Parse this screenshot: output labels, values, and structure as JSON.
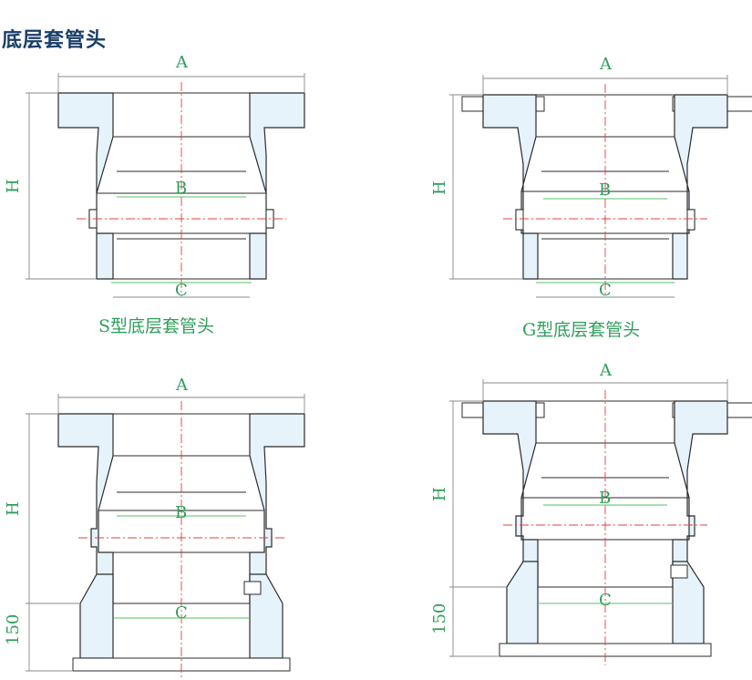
{
  "title": "底层套管头",
  "labels": {
    "dim_a": "A",
    "dim_b": "B",
    "dim_c": "C",
    "dim_h": "H",
    "dim_150": "150"
  },
  "captions": {
    "s_type": "S型底层套管头",
    "g_type": "G型底层套管头"
  },
  "colors": {
    "title": "#1a3f68",
    "label": "#2f9e5a",
    "hatch": "#8fc6ea",
    "centerline": "#e04040"
  }
}
